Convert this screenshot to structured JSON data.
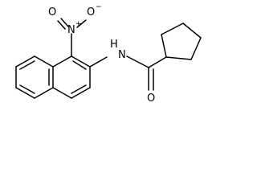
{
  "molecule": {
    "atom_labels": {
      "nitro_oxygen_left": "O",
      "nitro_oxygen_right": "O",
      "nitro_nitrogen": "N",
      "amide_nitrogen": "N",
      "amide_hydrogen": "H",
      "carbonyl_oxygen": "O"
    },
    "charges": {
      "nitro_nitrogen": "+",
      "nitro_oxygen_right": "−"
    }
  }
}
